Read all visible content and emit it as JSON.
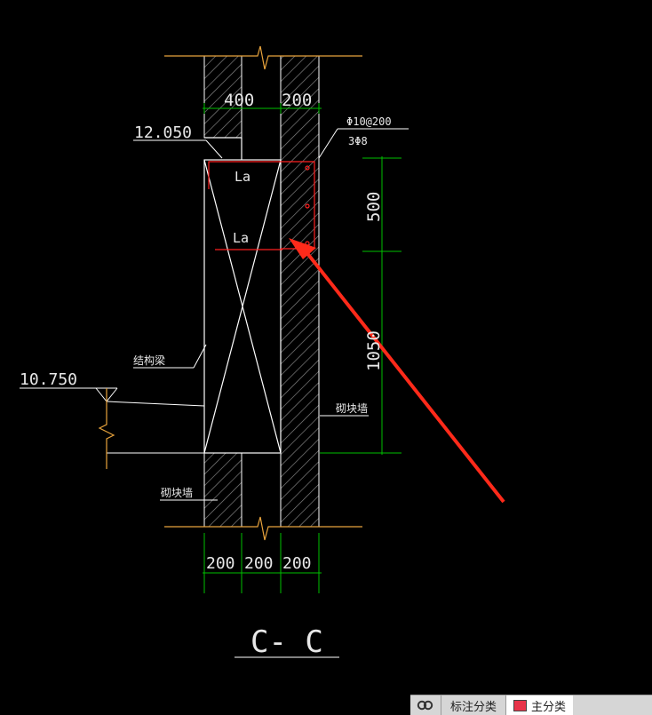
{
  "drawing": {
    "dim_top_400": "400",
    "dim_top_200": "200",
    "elev_top": "12.050",
    "elev_mid": "10.750",
    "rebar_spec_1": "Φ10@200",
    "rebar_spec_2": "3Φ8",
    "anchor_label_1": "La",
    "anchor_label_2": "La",
    "dim_right_500": "500",
    "dim_right_1050": "1050",
    "label_beam": "结构梁",
    "label_wall_right": "砌块墙",
    "label_wall_left": "砌块墙",
    "dim_bottom_1": "200",
    "dim_bottom_2": "200",
    "dim_bottom_3": "200",
    "section_title": "C- C"
  },
  "status_bar": {
    "icon": "link-icon",
    "tab_label": "标注分类",
    "layer_label": "主分类",
    "layer_color": "#e8344a"
  },
  "colors": {
    "background": "#000000",
    "outline": "#ffffff",
    "hatch": "#8a8a8a",
    "dimension": "#00c000",
    "leader": "#e8a33c",
    "rebar": "#ff2020",
    "arrow": "#ff2a1a"
  }
}
